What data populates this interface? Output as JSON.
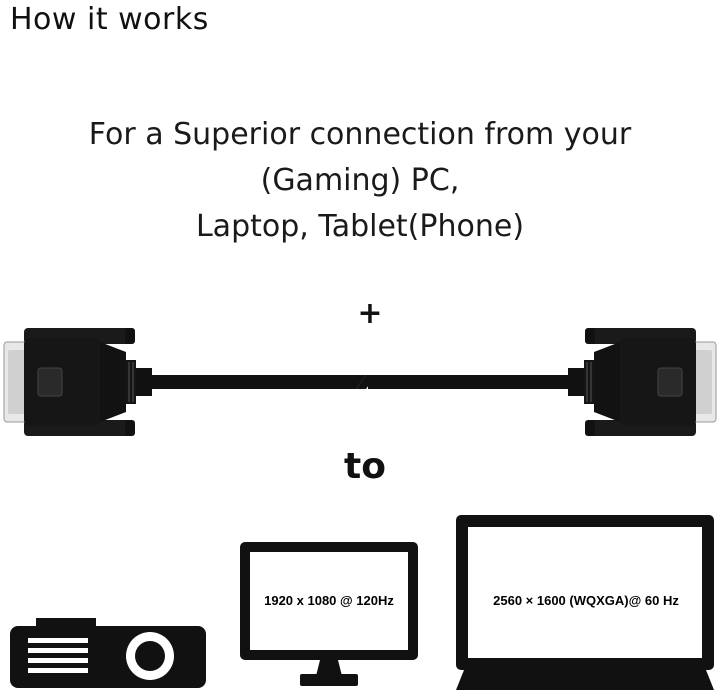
{
  "heading": "How it works",
  "tagline": {
    "line1": "For a Superior connection from your",
    "line2": "(Gaming) PC,",
    "line3": "Laptop, Tablet(Phone)"
  },
  "plus": "+",
  "to": "to",
  "devices": {
    "projector": {
      "icon": "projector-icon"
    },
    "monitor": {
      "icon": "monitor-icon",
      "resolution": "1920 x 1080 @ 120Hz"
    },
    "tv": {
      "icon": "tv-icon",
      "resolution": "2560 × 1600 (WQXGA)@ 60 Hz"
    }
  },
  "cable": {
    "icon": "dvi-cable-icon"
  },
  "colors": {
    "black": "#111111",
    "connector_gray": "#e6e6e6"
  }
}
